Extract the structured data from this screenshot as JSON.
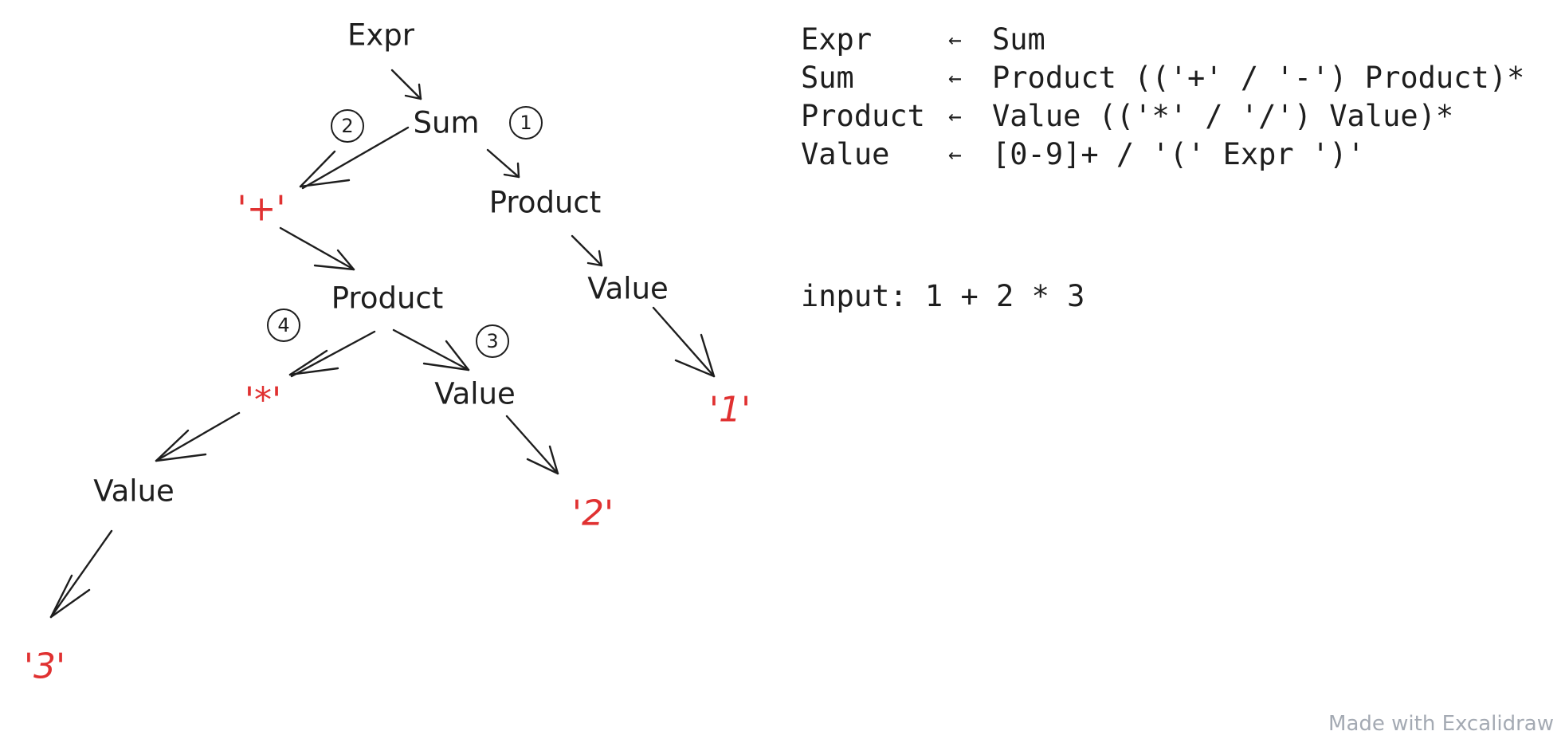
{
  "tree": {
    "nodes": {
      "expr": "Expr",
      "sum": "Sum",
      "plus": "'+'",
      "product_right": "Product",
      "product_left": "Product",
      "value_one": "Value",
      "one": "'1'",
      "times": "'*'",
      "value_two": "Value",
      "two": "'2'",
      "value_three": "Value",
      "three": "'3'"
    },
    "order_marks": {
      "one": "1",
      "two": "2",
      "three": "3",
      "four": "4"
    },
    "colors": {
      "nonterminal": "#1e1e1e",
      "terminal": "#e03131"
    }
  },
  "grammar": [
    {
      "lhs": "Expr",
      "arrow": "←",
      "rhs": "Sum"
    },
    {
      "lhs": "Sum",
      "arrow": "←",
      "rhs": "Product (('+' / '-') Product)*"
    },
    {
      "lhs": "Product",
      "arrow": "←",
      "rhs": "Value (('*' / '/') Value)*"
    },
    {
      "lhs": "Value",
      "arrow": "←",
      "rhs": "[0-9]+ / '(' Expr ')'"
    }
  ],
  "input_line": "input: 1 + 2 * 3",
  "watermark": "Made with Excalidraw"
}
